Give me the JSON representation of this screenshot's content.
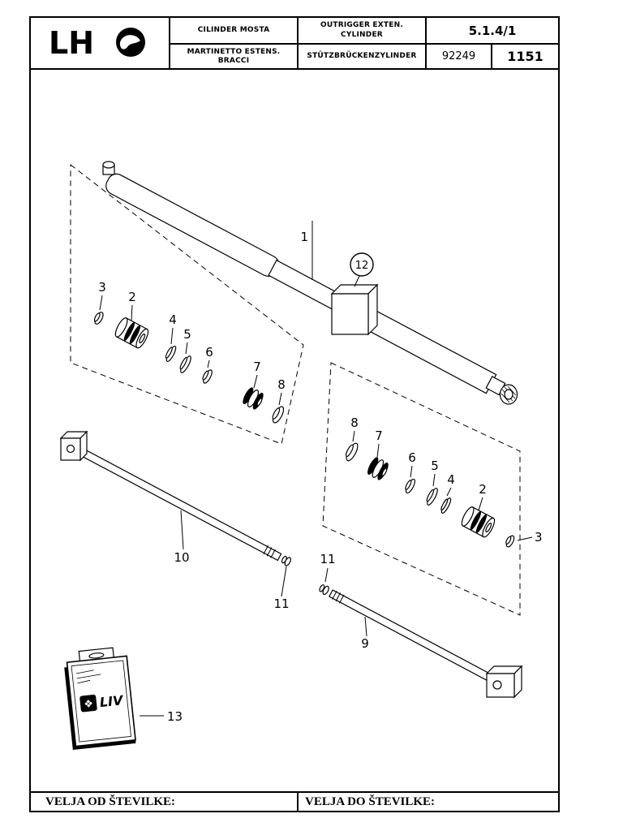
{
  "header": {
    "logo_text": "LH",
    "title_sl": "CILINDER MOSTA",
    "title_it_line1": "MARTINETTO ESTENS.",
    "title_it_line2": "BRACCI",
    "title_en_line1": "OUTRIGGER EXTEN.",
    "title_en_line2": "CYLINDER",
    "title_de": "STÜTZBRÜCKENZYLINDER",
    "doc_number": "5.1.4/1",
    "part_code": "92249",
    "page_number": "1151"
  },
  "diagram": {
    "labels": [
      "1",
      "12",
      "3",
      "2",
      "4",
      "5",
      "6",
      "7",
      "8",
      "8",
      "7",
      "6",
      "5",
      "4",
      "2",
      "3",
      "10",
      "11",
      "11",
      "9",
      "13"
    ],
    "package_logo": "LIV",
    "package_logo_icon": "❖"
  },
  "footer": {
    "valid_from_label": "VELJA OD ŠTEVILKE:",
    "valid_to_label": "VELJA DO ŠTEVILKE:"
  }
}
